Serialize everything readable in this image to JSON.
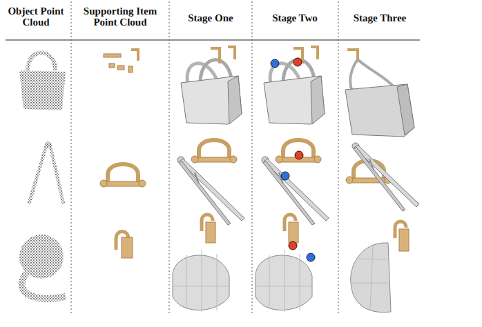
{
  "diagram": {
    "labels": [
      "Object Point Cloud",
      "Supporting Item Point Cloud",
      "Stage One",
      "Stage Two",
      "Stage Three"
    ]
  }
}
